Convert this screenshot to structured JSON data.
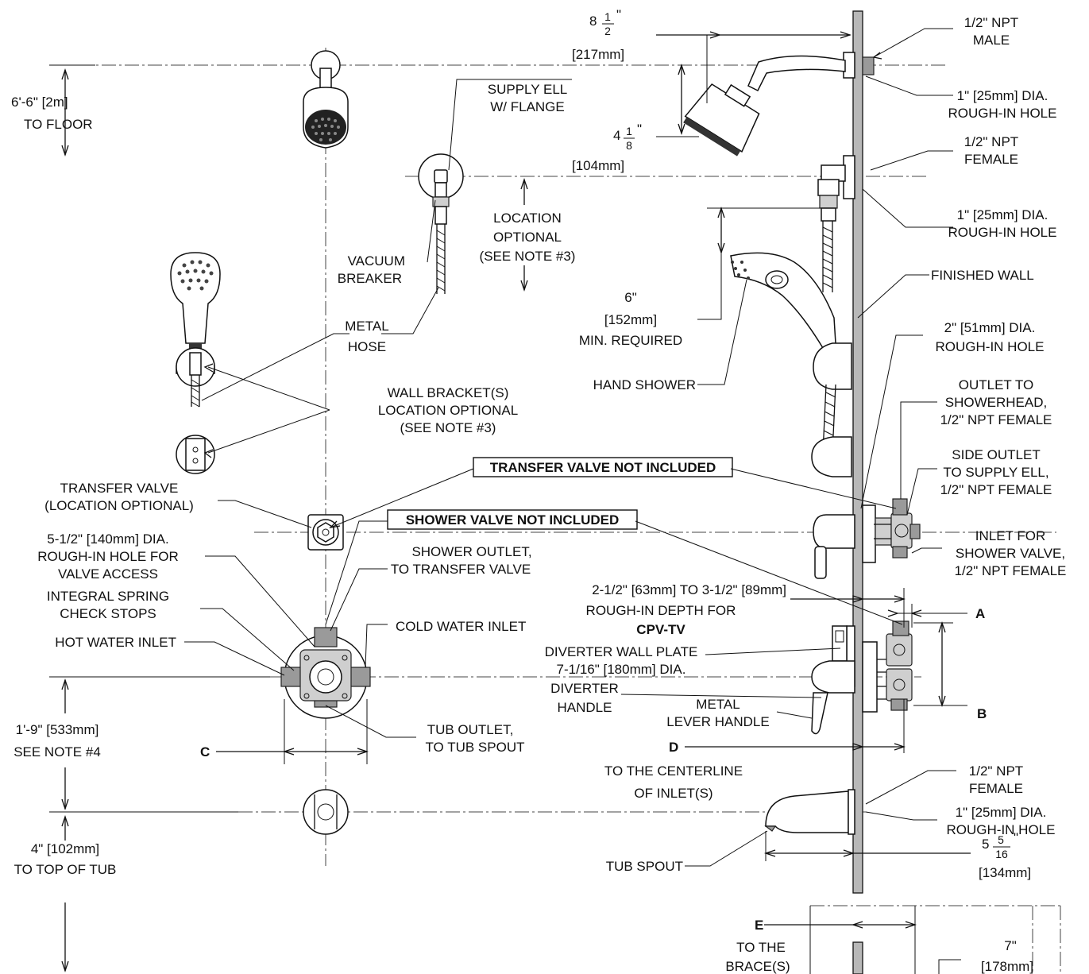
{
  "labels": {
    "shower_arm_offset_whole": "8",
    "shower_arm_offset_frac_num": "1",
    "shower_arm_offset_frac_den": "2",
    "shower_arm_offset_inch": "\"",
    "shower_arm_offset_mm": "[217mm]",
    "npt_male_1": "1/2\" NPT",
    "npt_male_2": "MALE",
    "height_to_floor_1": "6'-6\" [2m]",
    "height_to_floor_2": "TO FLOOR",
    "rough_hole_1_a": "1\" [25mm] DIA.",
    "rough_hole_1_b": "ROUGH-IN HOLE",
    "supply_ell_1": "SUPPLY ELL",
    "supply_ell_2": "W/ FLANGE",
    "drop_whole": "4",
    "drop_frac_num": "1",
    "drop_frac_den": "8",
    "drop_inch": "\"",
    "drop_mm": "[104mm]",
    "npt_female_top_1": "1/2\" NPT",
    "npt_female_top_2": "FEMALE",
    "location_opt_1": "LOCATION",
    "location_opt_2": "OPTIONAL",
    "location_opt_3": "(SEE NOTE #3)",
    "rough_hole_2_a": "1\" [25mm] DIA.",
    "rough_hole_2_b": "ROUGH-IN HOLE",
    "vacuum_breaker_1": "VACUUM",
    "vacuum_breaker_2": "BREAKER",
    "finished_wall": "FINISHED WALL",
    "min_req_in": "6\"",
    "min_req_mm": "[152mm]",
    "min_req_txt": "MIN. REQUIRED",
    "metal_hose_1": "METAL",
    "metal_hose_2": "HOSE",
    "rough_hole_3_a": "2\" [51mm] DIA.",
    "rough_hole_3_b": "ROUGH-IN HOLE",
    "hand_shower": "HAND SHOWER",
    "outlet_shower_1": "OUTLET TO",
    "outlet_shower_2": "SHOWERHEAD,",
    "outlet_shower_3": "1/2\" NPT FEMALE",
    "wall_bracket_1": "WALL BRACKET(S)",
    "wall_bracket_2": "LOCATION OPTIONAL",
    "wall_bracket_3": "(SEE NOTE #3)",
    "side_outlet_1": "SIDE OUTLET",
    "side_outlet_2": "TO SUPPLY ELL,",
    "side_outlet_3": "1/2\" NPT FEMALE",
    "transfer_valve_1": "TRANSFER VALVE",
    "transfer_valve_2": "(LOCATION OPTIONAL)",
    "transfer_not_included": "TRANSFER VALVE NOT INCLUDED",
    "shower_not_included": "SHOWER VALVE NOT INCLUDED",
    "inlet_shower_1": "INLET FOR",
    "inlet_shower_2": "SHOWER VALVE,",
    "inlet_shower_3": "1/2\" NPT FEMALE",
    "access_hole_1": "5-1/2\" [140mm] DIA.",
    "access_hole_2": "ROUGH-IN HOLE FOR",
    "access_hole_3": "VALVE ACCESS",
    "shower_outlet_1": "SHOWER OUTLET,",
    "shower_outlet_2": "TO TRANSFER VALVE",
    "depth_1": "2-1/2\" [63mm] TO 3-1/2\" [89mm]",
    "depth_2": "ROUGH-IN DEPTH FOR",
    "depth_3": "CPV-TV",
    "check_stops_1": "INTEGRAL SPRING",
    "check_stops_2": "CHECK STOPS",
    "cold_inlet": "COLD WATER INLET",
    "dim_a": "A",
    "hot_inlet": "HOT WATER INLET",
    "wall_plate_1": "DIVERTER WALL PLATE",
    "wall_plate_2": "7-1/16\" [180mm] DIA.",
    "diverter_handle_1": "DIVERTER",
    "diverter_handle_2": "HANDLE",
    "lever_1": "METAL",
    "lever_2": "LEVER HANDLE",
    "dim_b": "B",
    "height_533_1": "1'-9\" [533mm]",
    "height_533_2": "SEE NOTE #4",
    "tub_outlet_1": "TUB OUTLET,",
    "tub_outlet_2": "TO TUB SPOUT",
    "dim_c": "C",
    "dim_d": "D",
    "centerline_1": "TO THE CENTERLINE",
    "centerline_2": "OF INLET(S)",
    "npt_female_spout_1": "1/2\" NPT",
    "npt_female_spout_2": "FEMALE",
    "rough_hole_4_a": "1\" [25mm] DIA.",
    "rough_hole_4_b": "ROUGH-IN HOLE",
    "spout_whole": "5",
    "spout_frac_num": "5",
    "spout_frac_den": "16",
    "spout_inch": "\"",
    "spout_mm": "[134mm]",
    "height_tub_1": "4\" [102mm]",
    "height_tub_2": "TO TOP OF TUB",
    "tub_spout": "TUB SPOUT",
    "dim_e": "E",
    "brace_1": "TO THE",
    "brace_2": "BRACE(S)",
    "brace_in": "7\"",
    "brace_mm": "[178mm]"
  }
}
